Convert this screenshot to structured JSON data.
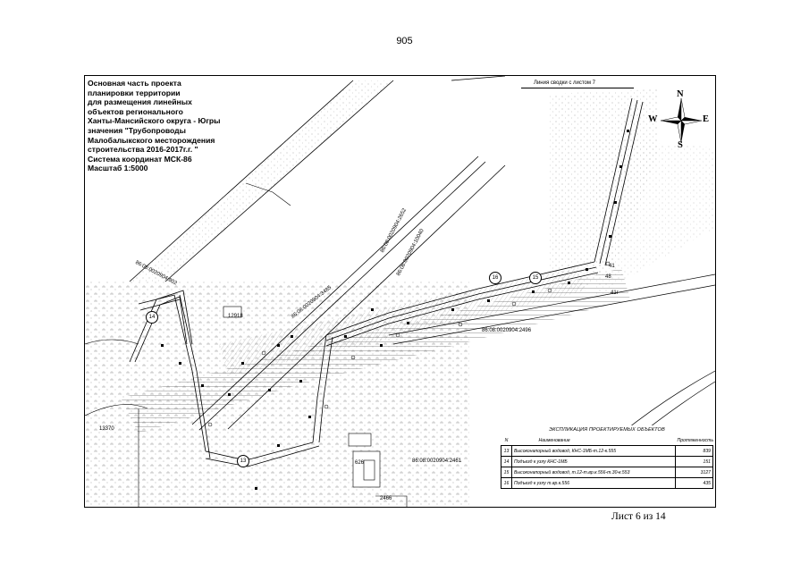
{
  "page_number": "905",
  "title_block": {
    "lines": [
      "Основная часть проекта",
      "планировки территории",
      "для размещения линейных",
      "объектов регионального",
      "Ханты-Мансийского округа - Югры",
      "значения \"Трубопроводы",
      "Малобалыкского месторождения",
      "строительства 2016-2017г.г. \"",
      "Система координат МСК-86",
      "Масштаб 1:5000"
    ]
  },
  "sheet_join_label": "Линия сводки с листом 7",
  "compass": {
    "n": "N",
    "s": "S",
    "e": "E",
    "w": "W"
  },
  "map_labels": {
    "parcel_802": "86:08:0020904:802",
    "parcel_3485": "86:08:0020904:3485",
    "parcel_2652": "86:08:0020904:2652",
    "parcel_10040": "86:08:0020904:10040",
    "parcel_2496": "86:08:0020904:2496",
    "parcel_2461": "86:08:0020904:2461",
    "lot_12918": "12918",
    "lot_13370": "13370",
    "lot_626": "626",
    "lot_2466": "2466",
    "pt_41": "41",
    "pt_41g": "41г",
    "pt_48": "48"
  },
  "badges": {
    "b13": "13",
    "b14": "14",
    "b15": "15",
    "b16": "16"
  },
  "legend": {
    "title": "ЭКСПЛИКАЦИЯ ПРОЕКТИРУЕМЫХ ОБЪЕКТОВ",
    "headers": {
      "n": "N",
      "name": "Наименование",
      "length": "Протяженность, м"
    },
    "rows": [
      {
        "n": "13",
        "name": "Высоконапорный водовод, КНС-1МБ-т.12-к.555",
        "length": "839"
      },
      {
        "n": "14",
        "name": "Подъезд к узлу КНС-1МБ",
        "length": "151"
      },
      {
        "n": "15",
        "name": "Высоконапорный водовод, т.12-т.вр.к.556-т.30-к.553",
        "length": "3127"
      },
      {
        "n": "16",
        "name": "Подъезд к узлу т.вр.к.556",
        "length": "435"
      }
    ]
  },
  "sheet_reference": "Лист 6 из 14"
}
